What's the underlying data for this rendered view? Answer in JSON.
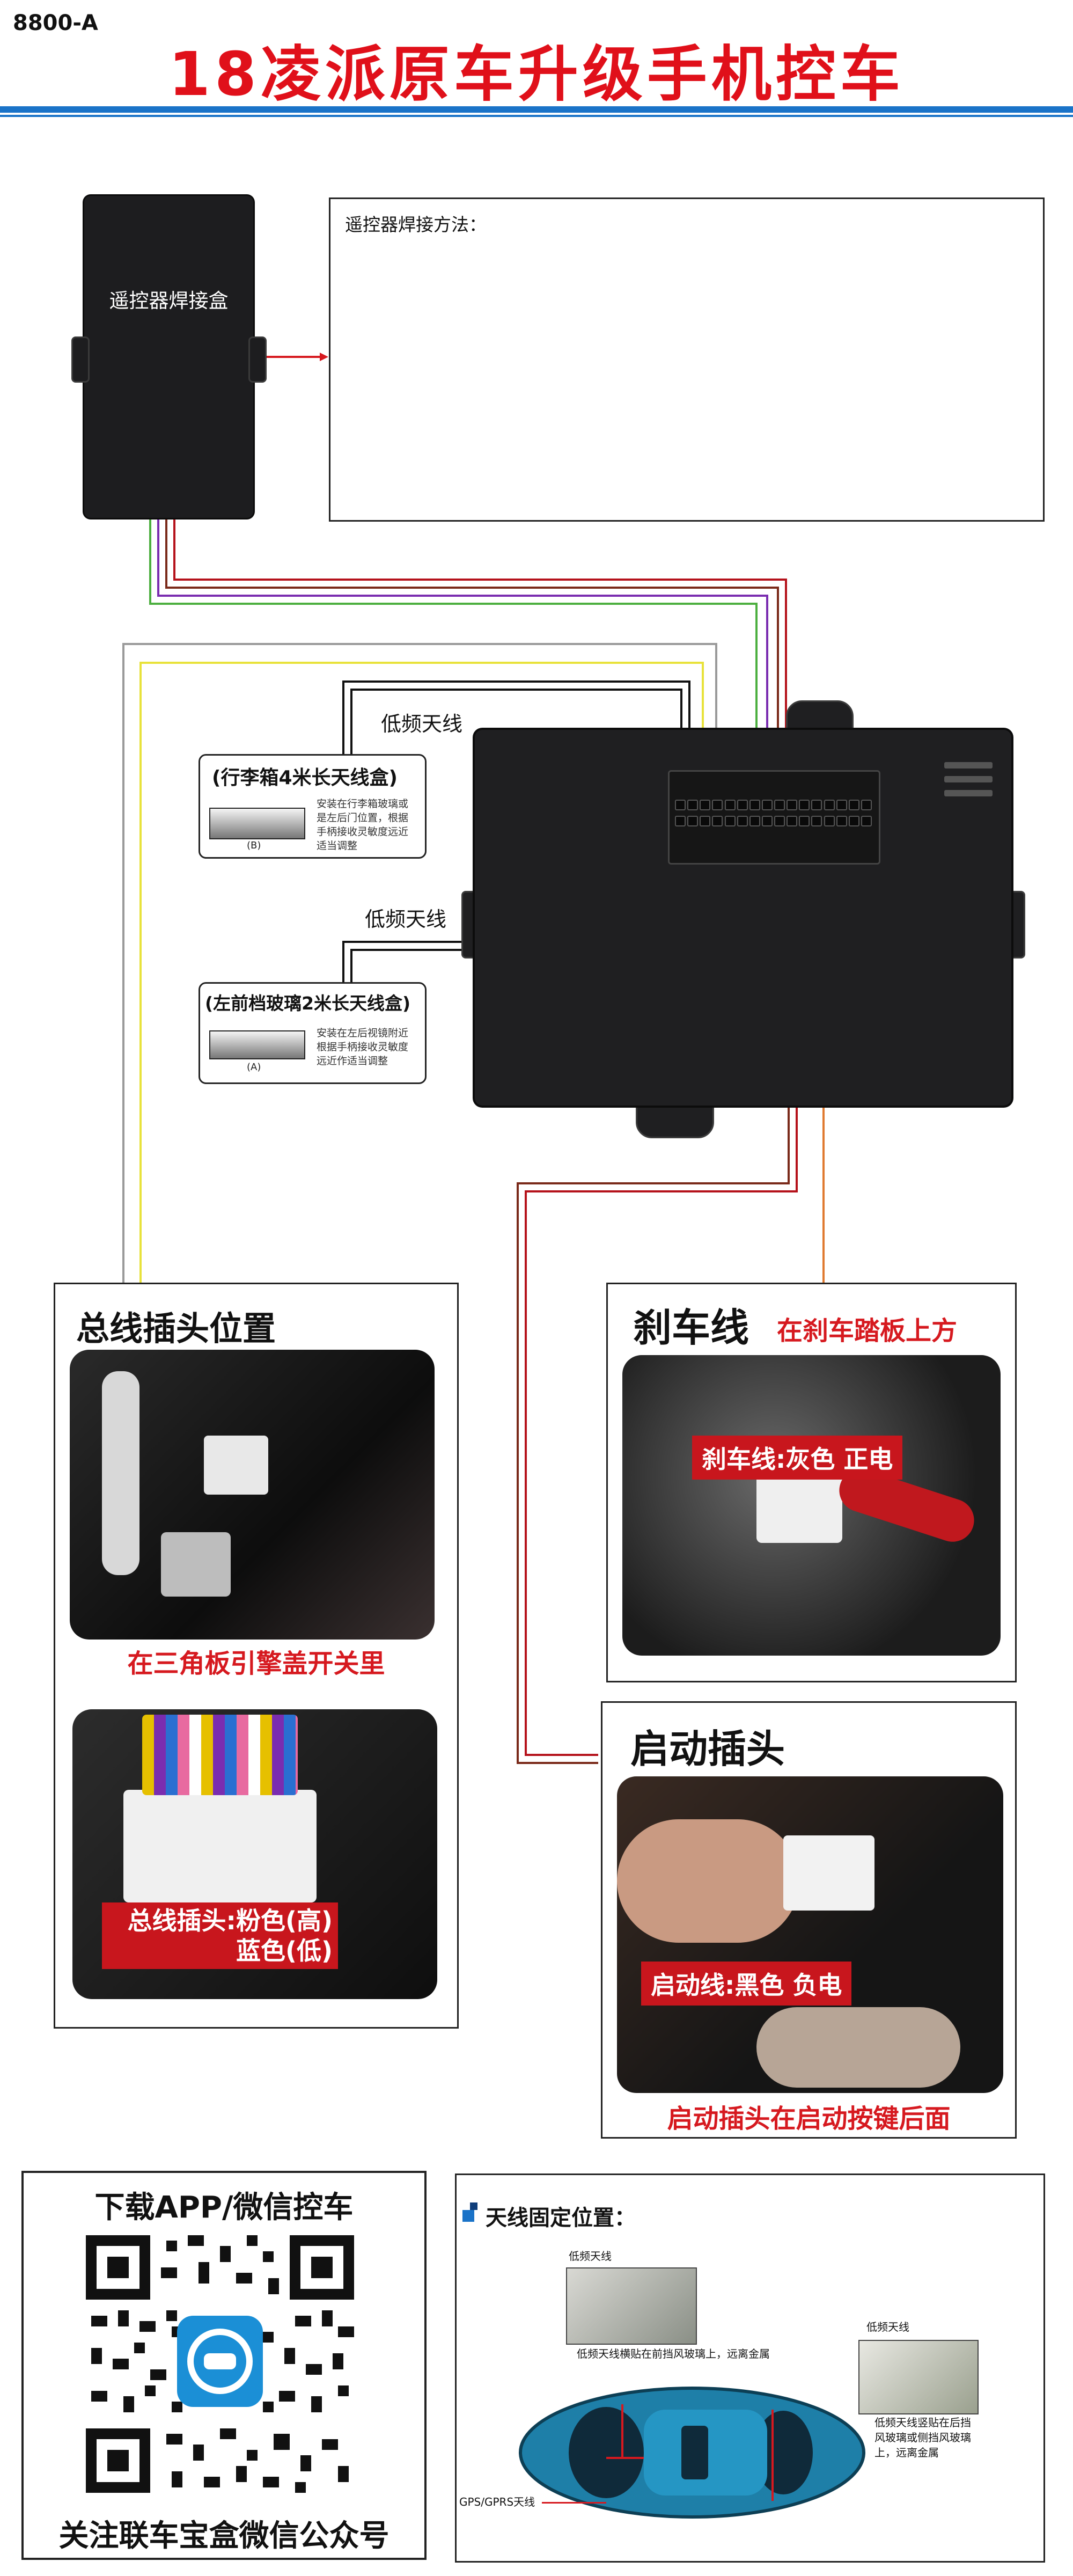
{
  "header": {
    "model_code": "8800-A",
    "title": "18凌派原车升级手机控车"
  },
  "remote": {
    "box_label": "遥控器焊接盒",
    "method_label": "遥控器焊接方法："
  },
  "antennas": {
    "wire_label_top": "低频天线",
    "wire_label_mid": "低频天线",
    "box_b": {
      "title": "(行李箱4米长天线盒)",
      "desc_lines": [
        "安装在行李箱玻璃或",
        "是左后门位置，根据",
        "手柄接收灵敏度远近",
        "适当调整"
      ],
      "letter": "(B)"
    },
    "box_a": {
      "title": "(左前档玻璃2米长天线盒)",
      "desc_lines": [
        "安装在左后视镜附近",
        "根据手柄接收灵敏度",
        "远近作适当调整"
      ],
      "letter": "(A)"
    }
  },
  "bus_panel": {
    "title": "总线插头位置",
    "caption": "在三角板引擎盖开关里",
    "tag_line1": "总线插头:粉色(高)",
    "tag_line2": "蓝色(低)"
  },
  "brake_panel": {
    "title": "刹车线",
    "subtitle": "在刹车踏板上方",
    "tag": "刹车线:灰色 正电"
  },
  "start_panel": {
    "title": "启动插头",
    "tag": "启动线:黑色 负电",
    "caption": "启动插头在启动按键后面"
  },
  "qr_panel": {
    "heading": "下载APP/微信控车",
    "footer": "关注联车宝盒微信公众号",
    "logo_icon": "app-logo-icon"
  },
  "antenna_fix": {
    "heading": "天线固定位置：",
    "label_low_front": "低频天线",
    "note_front": "低频天线横贴在前挡风玻璃上，远离金属",
    "label_low_rear": "低频天线",
    "note_rear_lines": [
      "低频天线竖贴在后挡",
      "风玻璃或侧挡风玻璃",
      "上，远离金属"
    ],
    "gps_label": "GPS/GPRS天线"
  },
  "colors": {
    "title_red": "#e0101a",
    "rule_blue": "#1a73c8",
    "tag_red": "#c8161d",
    "wire_red": "#b5121b",
    "wire_purple": "#7a2db0",
    "wire_green": "#4caf3f",
    "wire_yellow": "#e8e23a",
    "wire_gray": "#9a9a9a",
    "wire_brown": "#7a2a1a",
    "wire_orange": "#e07a30"
  }
}
